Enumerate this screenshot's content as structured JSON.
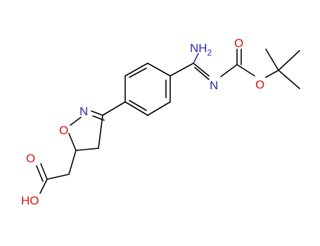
{
  "molecule": {
    "atoms": {
      "amine": {
        "text": "NH",
        "subscript": "2",
        "color": "#2a2ab0"
      },
      "imine_n": {
        "text": "N",
        "color": "#2a2ab0"
      },
      "carbonyl_o_carbamate": {
        "text": "O",
        "color": "#e01010"
      },
      "ester_o": {
        "text": "O",
        "color": "#e01010"
      },
      "ring_n": {
        "text": "N",
        "color": "#2a2ab0"
      },
      "ring_o": {
        "text": "O",
        "color": "#e01010"
      },
      "acid_carbonyl_o": {
        "text": "O",
        "color": "#e01010"
      },
      "hydroxyl": {
        "text": "HO",
        "color": "#e01010"
      }
    },
    "colors": {
      "bond": "#000000",
      "nitrogen": "#2a2ab0",
      "oxygen": "#e01010"
    }
  }
}
